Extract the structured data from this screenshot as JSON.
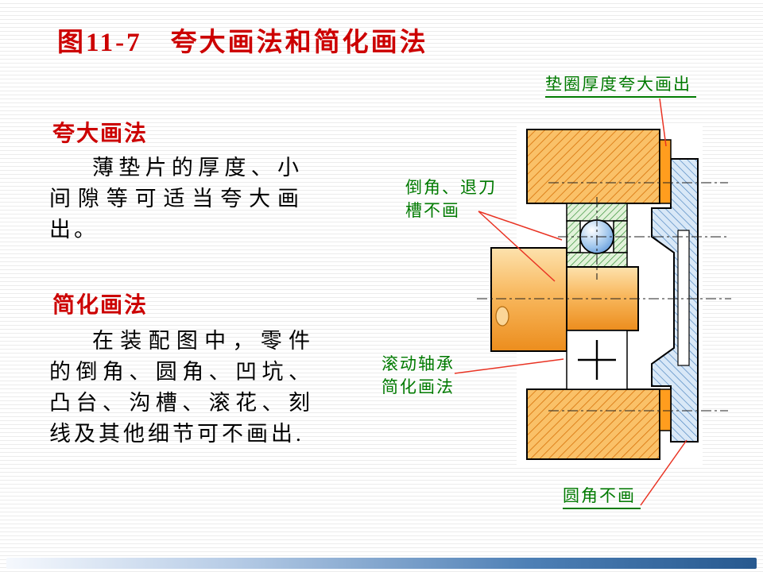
{
  "slide": {
    "title": "图11-7　夸大画法和简化画法",
    "section_exaggerate": {
      "heading": "夸大画法",
      "body": "薄垫片的厚度、小间隙等可适当夸大画出。"
    },
    "section_simplify": {
      "heading": "简化画法",
      "body": "在装配图中，零件的倒角、圆角、凹坑、凸台、沟槽、滚花、刻线及其他细节可不画出."
    }
  },
  "annotations": {
    "gasket_label": "垫圈厚度夸大画出",
    "chamfer_label_line1": "倒角、退刀",
    "chamfer_label_line2": "槽不画",
    "rolling_bearing_label_line1": "滚动轴承",
    "rolling_bearing_label_line2": "简化画法",
    "fillet_label": "圆角不画"
  },
  "colors": {
    "title_red": "#cc0000",
    "annotation_green": "#007a00",
    "leader_red": "#e93323",
    "part_orange_hatch": "#fac168",
    "gasket_orange": "#ff9d1e",
    "part_blue_hatch": "#d9e8f7",
    "part_green_hatch": "#e2f2da",
    "ball_blue": "#3f7fd0",
    "footer_blue": "#27598f"
  }
}
